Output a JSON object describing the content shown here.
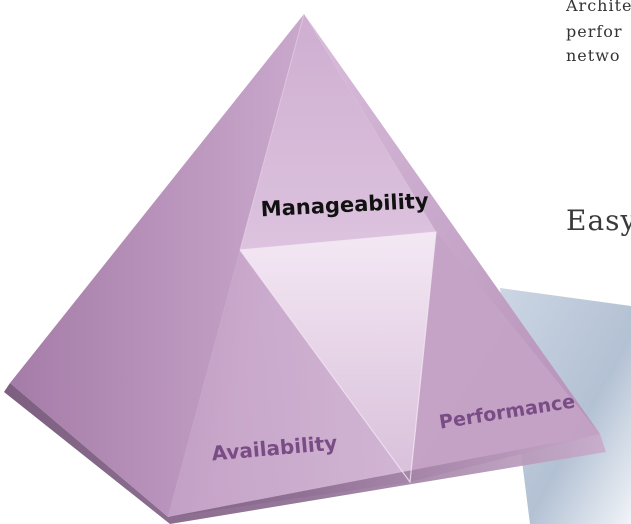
{
  "diagram": {
    "faces": {
      "top": "Manageability",
      "left": "Availability",
      "right": "Performance"
    }
  },
  "side_text": {
    "lines": [
      "Archite",
      "perfor",
      "netwo"
    ],
    "heading": "Easy"
  },
  "colors": {
    "label_top": "#111111",
    "label_faces": "#7a4c85",
    "pyramid_light": "#e9d7ea",
    "pyramid_mid": "#c8a6c9",
    "pyramid_dark": "#7f5d82",
    "plinth": "#b7c4d6"
  }
}
